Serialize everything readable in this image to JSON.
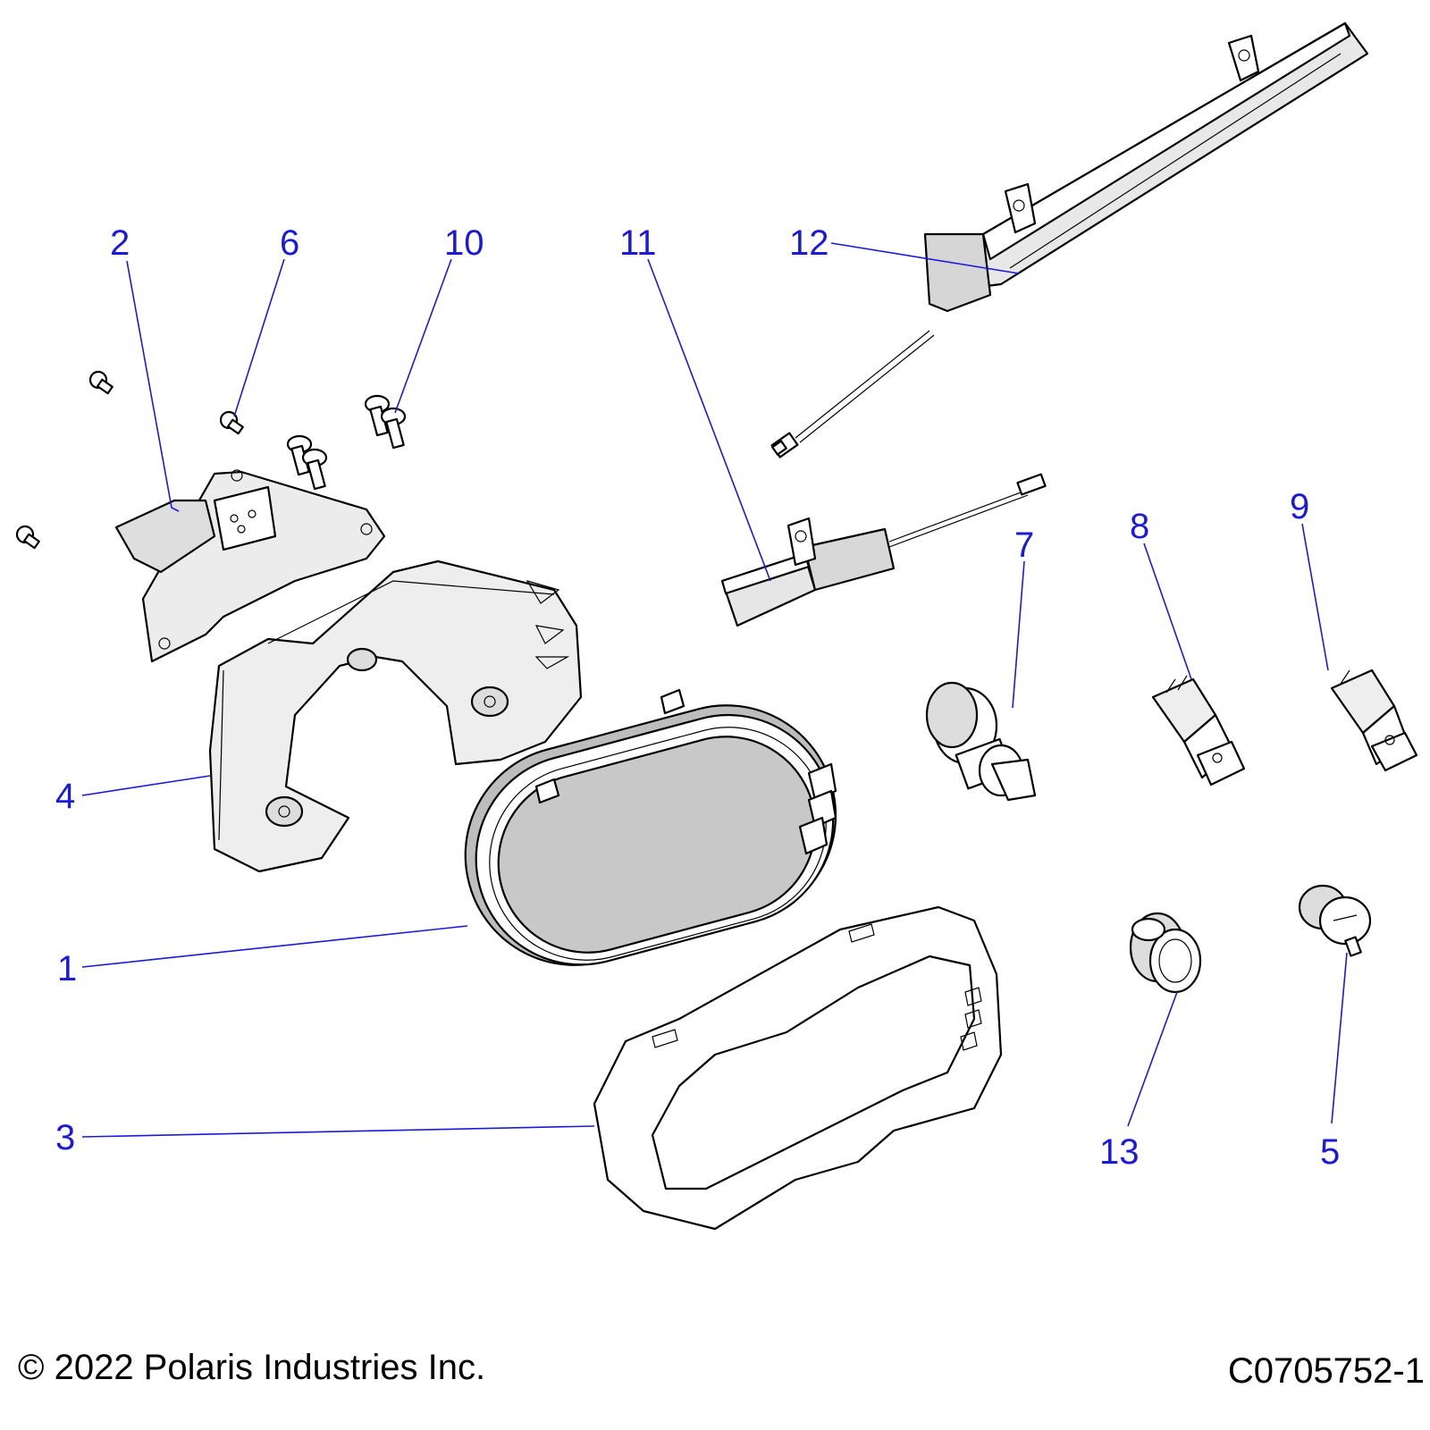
{
  "callouts": {
    "c1": "1",
    "c2": "2",
    "c3": "3",
    "c4": "4",
    "c5": "5",
    "c6": "6",
    "c7": "7",
    "c8": "8",
    "c9": "9",
    "c10": "10",
    "c11": "11",
    "c12": "12",
    "c13": "13"
  },
  "footer": {
    "copyright": "© 2022 Polaris Industries Inc.",
    "figure_id": "C0705752-1"
  },
  "colors": {
    "callout": "#1a1adc",
    "part_fill": "#ffffff",
    "part_shade": "#dcdcdc",
    "display_glass": "#c8c8c8",
    "outline": "#000000"
  }
}
